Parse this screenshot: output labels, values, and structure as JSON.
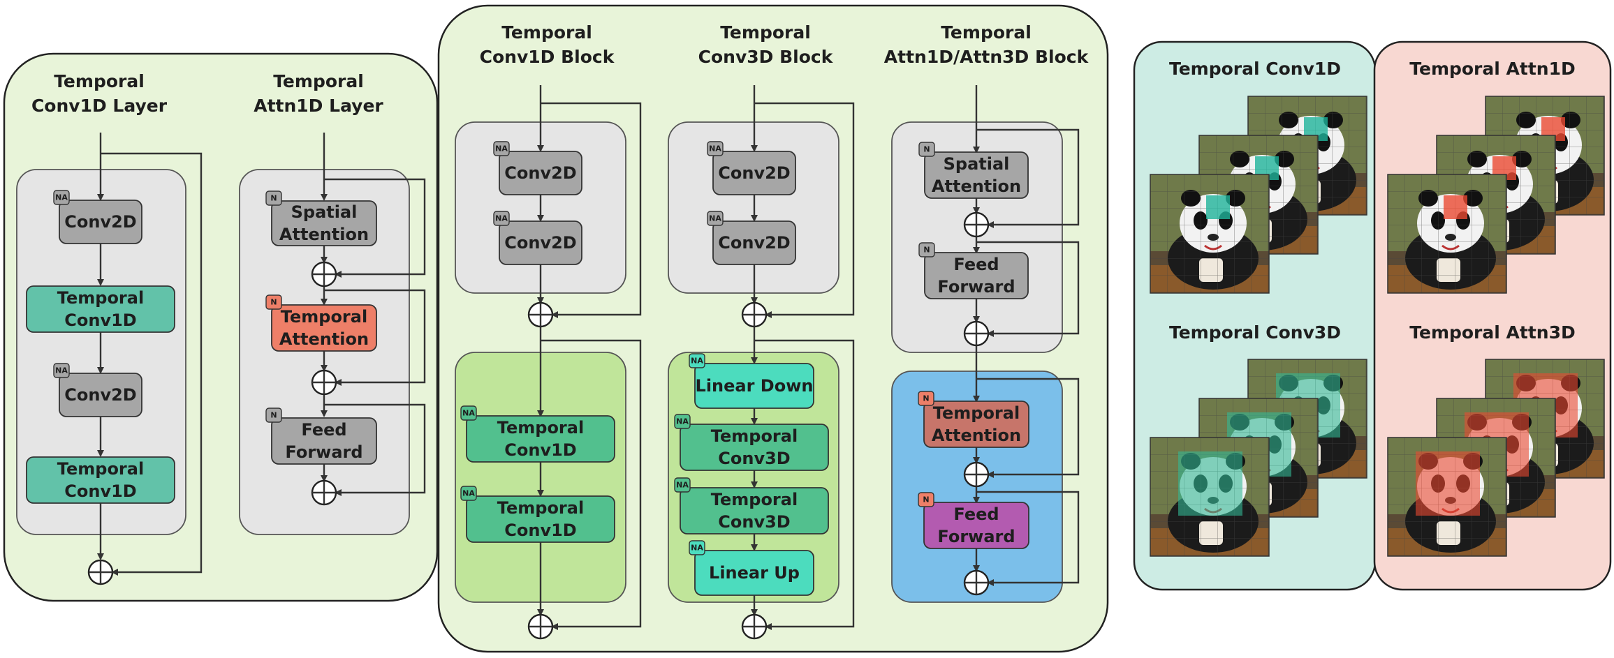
{
  "panels": {
    "layers": {
      "conv1d_title": [
        "Temporal",
        "Conv1D Layer"
      ],
      "attn1d_title": [
        "Temporal",
        "Attn1D Layer"
      ]
    },
    "blocks": {
      "conv1d_title": [
        "Temporal",
        "Conv1D Block"
      ],
      "conv3d_title": [
        "Temporal",
        "Conv3D Block"
      ],
      "attn_title": [
        "Temporal",
        "Attn1D/Attn3D Block"
      ]
    },
    "viz": {
      "conv1d_title": "Temporal Conv1D",
      "conv3d_title": "Temporal Conv3D",
      "attn1d_title": "Temporal Attn1D",
      "attn3d_title": "Temporal Attn3D"
    }
  },
  "labels": {
    "conv2d": "Conv2D",
    "temporal": "Temporal",
    "conv1d": "Conv1D",
    "conv3d": "Conv3D",
    "spatial": "Spatial",
    "attention": "Attention",
    "feed": "Feed",
    "forward": "Forward",
    "linear_down": "Linear Down",
    "linear_up": "Linear Up"
  },
  "tags": {
    "na": "NA",
    "n": "N"
  },
  "colors": {
    "panel_green": "#e8f4d9",
    "panel_cyan": "#cdece4",
    "panel_pink": "#f8d8d2",
    "inner_gray": "#e5e5e5",
    "inner_green": "#c0e59a",
    "inner_blue": "#7bbfea",
    "node_gray": "#a6a6a6",
    "node_teal": "#62c2a9",
    "node_green": "#52c08e",
    "node_cyan": "#4cdcbe",
    "node_salmon": "#ee7f68",
    "node_rose": "#c7756a",
    "node_purple": "#b35bb0"
  }
}
